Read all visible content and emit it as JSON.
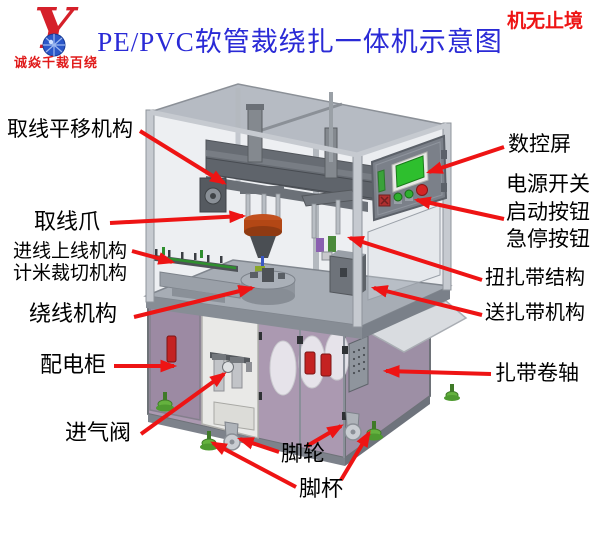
{
  "header": {
    "logo_monogram": "Y",
    "logo_tagline": "诚焱千裁百绕",
    "title": "PE/PVC软管裁绕扎一体机示意图",
    "motto": "机无止境"
  },
  "annotations": {
    "wire_transfer": "取线平移机构",
    "wire_gripper": "取线爪",
    "wire_infeed": "进线上线机构",
    "meter_cutting": "计米裁切机构",
    "winding": "绕线机构",
    "power_cabinet": "配电柜",
    "air_inlet_valve": "进气阀",
    "cnc_screen": "数控屏",
    "power_switch": "电源开关",
    "start_button": "启动按钮",
    "estop_button": "急停按钮",
    "tie_twist": "扭扎带结构",
    "tie_feed": "送扎带机构",
    "tie_spool": "扎带卷轴",
    "caster": "脚轮",
    "foot_cup": "脚杯"
  },
  "colors": {
    "title_blue": "#2a2ad6",
    "arrow_red": "#ee1414",
    "logo_red": "#d5202a",
    "screen_green": "#2ebf2e",
    "foot_green": "#64b23e",
    "cabinet_purple": "#ab99b1"
  }
}
